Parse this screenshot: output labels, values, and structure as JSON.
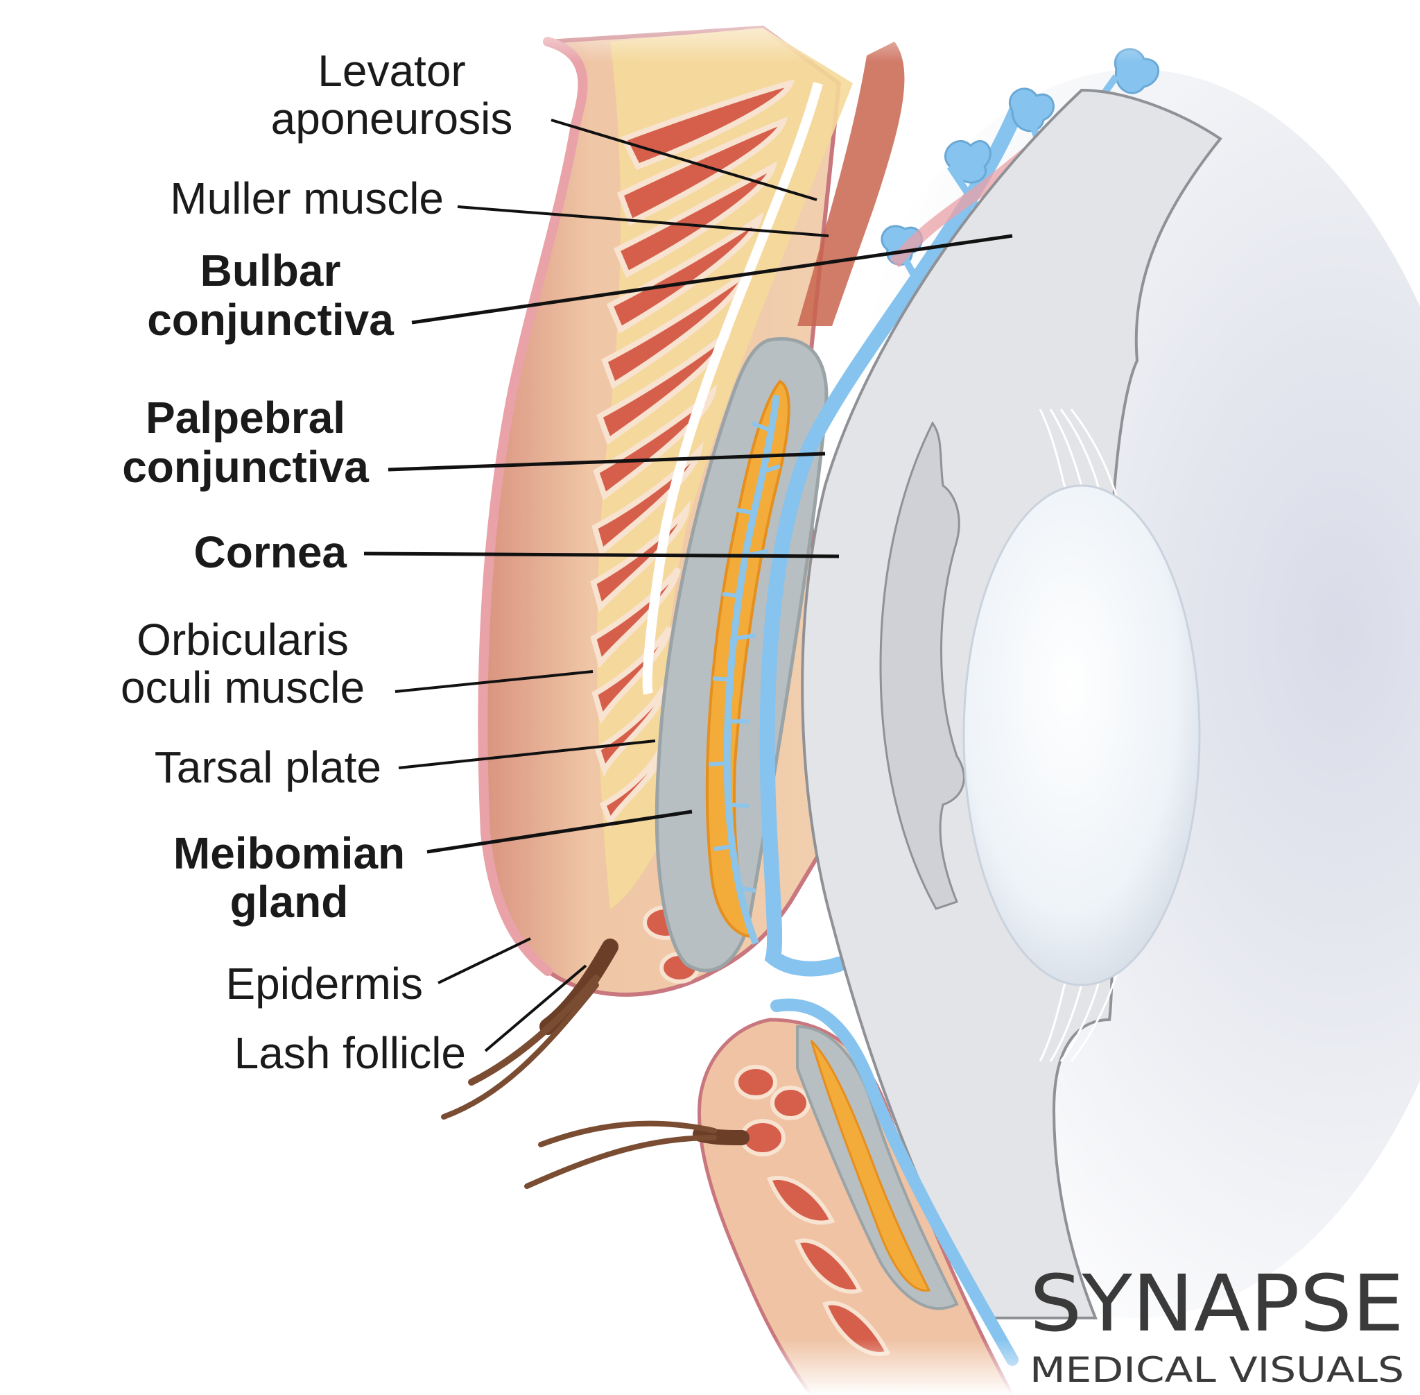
{
  "labels": {
    "levator_1": "Levator",
    "levator_2": "aponeurosis",
    "muller": "Muller muscle",
    "bulbar_1": "Bulbar",
    "bulbar_2": "conjunctiva",
    "palpebral_1": "Palpebral",
    "palpebral_2": "conjunctiva",
    "cornea": "Cornea",
    "orbicularis_1": "Orbicularis",
    "orbicularis_2": "oculi muscle",
    "tarsal": "Tarsal plate",
    "meibomian_1": "Meibomian",
    "meibomian_2": "gland",
    "epidermis": "Epidermis",
    "lash": "Lash follicle"
  },
  "brand": {
    "name": "SYNAPSE",
    "tagline": "MEDICAL VISUALS"
  },
  "colors": {
    "skin": "#e9b89a",
    "fat": "#f6dc9a",
    "muscle": "#d8624e",
    "tarsus": "#b9c1c3",
    "gland": "#f4ad3b",
    "duct": "#8cc4ea",
    "conjunctiva": "#86c3ee",
    "eye": "#e4e5e8",
    "lens": "#f1f4f8"
  }
}
